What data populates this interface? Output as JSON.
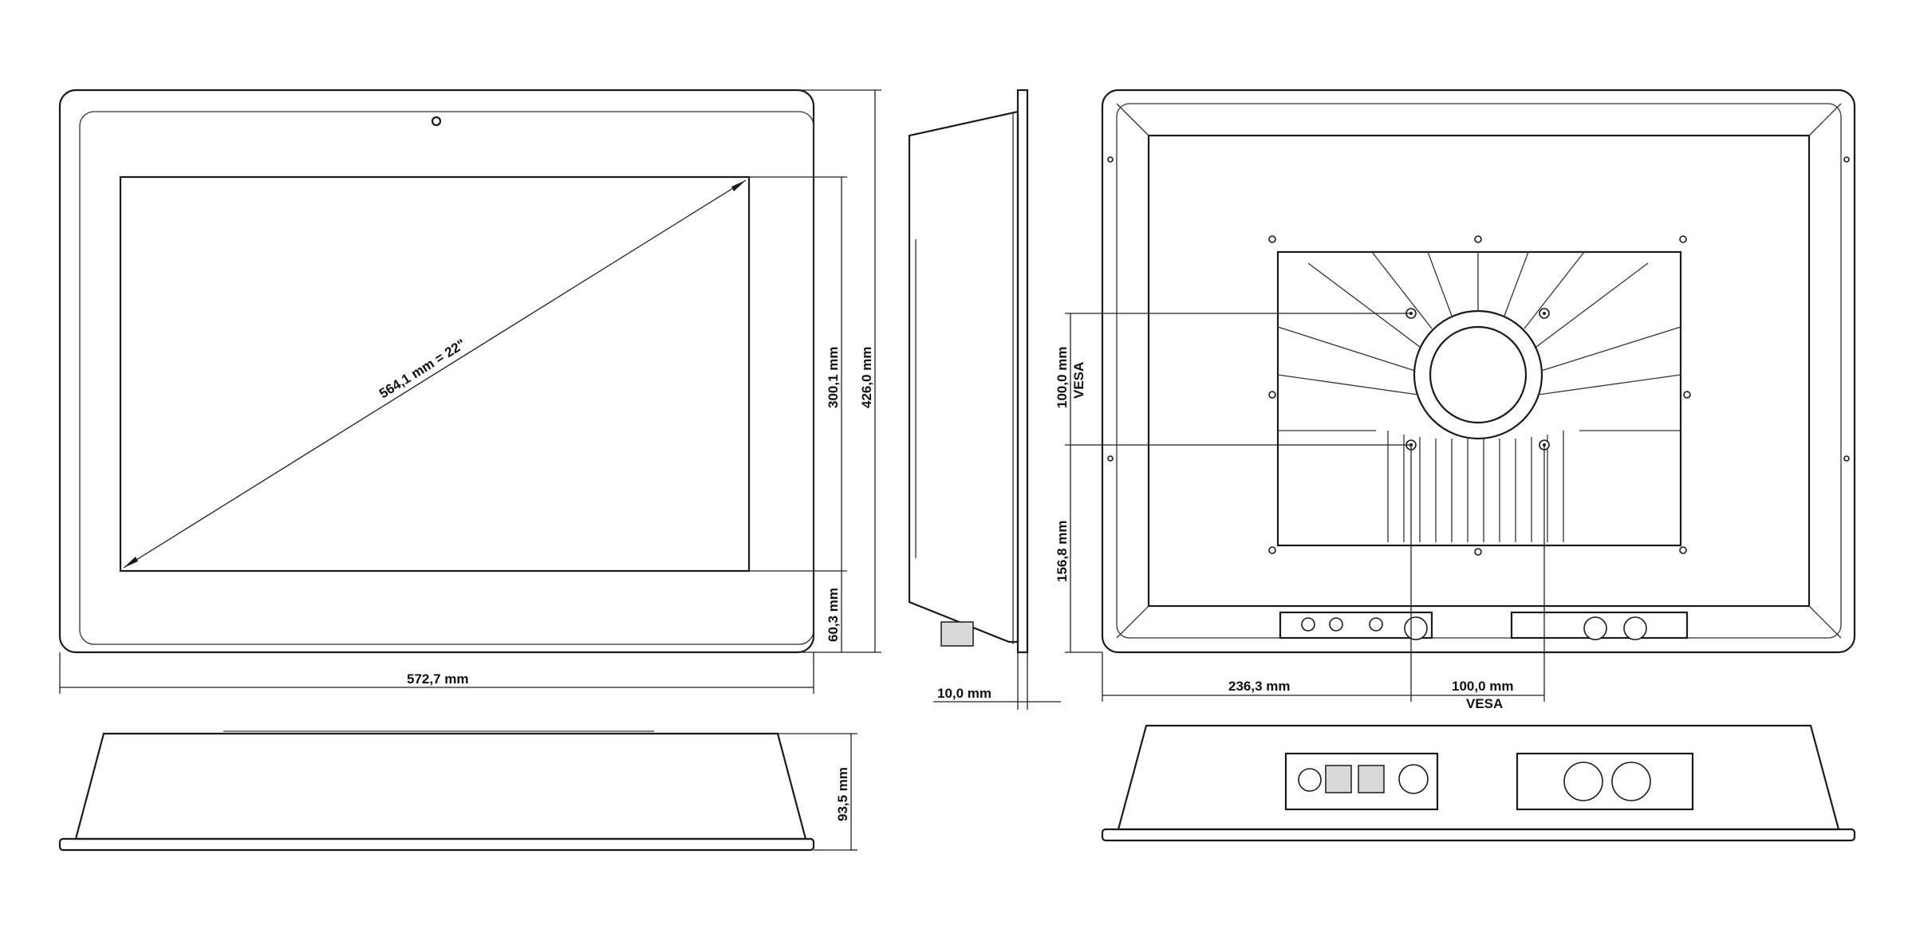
{
  "dimensions": {
    "diagonal": "564,1 mm = 22\"",
    "screen_height": "300,1 mm",
    "total_height": "426,0 mm",
    "bottom_offset": "60,3 mm",
    "total_width": "572,7 mm",
    "depth_front": "10,0 mm",
    "vesa_vertical": "100,0 mm",
    "vesa_vertical_label": "VESA",
    "vesa_bottom_offset": "156,8 mm",
    "vesa_left_offset": "236,3 mm",
    "vesa_horizontal": "100,0 mm",
    "vesa_horizontal_label": "VESA",
    "total_depth": "93,5 mm"
  },
  "colors": {
    "line": "#1a1a1a",
    "background": "#ffffff"
  }
}
